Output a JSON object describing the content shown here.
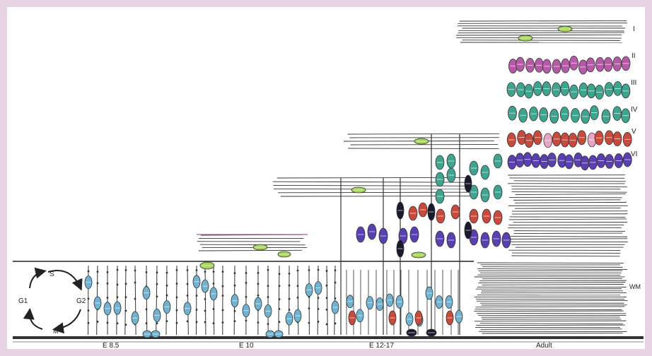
{
  "colors": {
    "frame_background": "#e6d3e3",
    "panel_background": "#ffffff",
    "ink": "#222222",
    "progenitor_cell": "#6fb3d0",
    "layer_II_cell": "#b55aa6",
    "layer_III_IV_cell": "#3fa48f",
    "layer_V_cell": "#c84a3c",
    "layer_V_light_cell": "#e9a3c4",
    "layer_VI_cell": "#5a3fb0",
    "cajal_retzius_cell": "#a7d45a",
    "dark_migrating_cell": "#1a1a2e"
  },
  "cell_cycle": {
    "s": "S",
    "g1": "G1",
    "g2": "G2",
    "m": "M"
  },
  "stages": {
    "e85": "E 8.5",
    "e10": "E 10",
    "e1217": "E 12-17",
    "adult": "Adult"
  },
  "layers": {
    "i": "I",
    "ii": "II",
    "iii": "III",
    "iv": "IV",
    "v": "V",
    "vi": "VI",
    "wm": "WM"
  }
}
